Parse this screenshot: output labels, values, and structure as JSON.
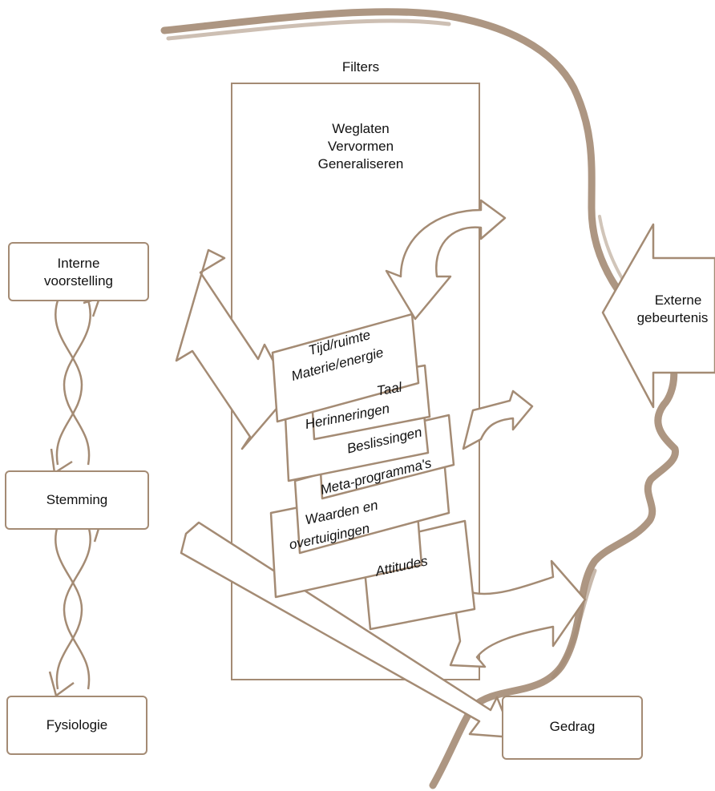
{
  "title": "Filters",
  "filter_processes": [
    "Weglaten",
    "Vervormen",
    "Generaliseren"
  ],
  "nodes": {
    "interne_voorstelling": [
      "Interne",
      "voorstelling"
    ],
    "stemming": "Stemming",
    "fysiologie": "Fysiologie",
    "gedrag": "Gedrag",
    "externe_gebeurtenis": [
      "Externe",
      "gebeurtenis"
    ]
  },
  "filters": {
    "tijd_materie": [
      "Tijd/ruimte",
      "Materie/energie"
    ],
    "taal": "Taal",
    "herinneringen": "Herinneringen",
    "beslissingen": "Beslissingen",
    "meta_programmas": "Meta-programma's",
    "waarden": [
      "Waarden en",
      "overtuigingen"
    ],
    "attitudes": "Attitudes"
  },
  "colors": {
    "accent": "#a48b74",
    "line": "#8f7158"
  }
}
